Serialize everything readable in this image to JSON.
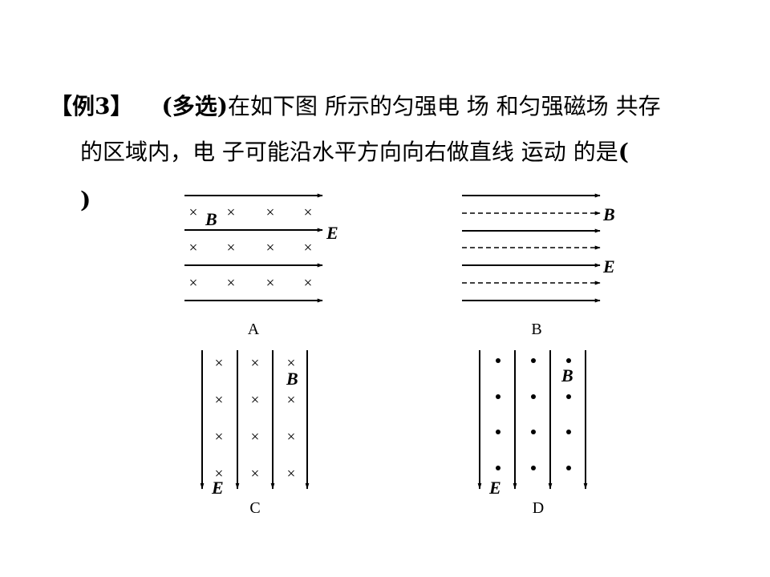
{
  "question": {
    "example_label": "【例3】",
    "multi_select": "(多选)",
    "line1_text": "在如下图 所示的匀强电 场 和匀强磁场 共存",
    "line2_text": "的区域内，电 子可能沿水平方向向右做直线 运动 的是",
    "open_paren": "(",
    "close_paren": ")"
  },
  "panels": {
    "A": {
      "caption": "A",
      "field_b_label": "B",
      "field_e_label": "E",
      "b_symbol": "×"
    },
    "B": {
      "caption": "B",
      "field_b_label": "B",
      "field_e_label": "E"
    },
    "C": {
      "caption": "C",
      "field_b_label": "B",
      "field_e_label": "E",
      "b_symbol": "×"
    },
    "D": {
      "caption": "D",
      "field_b_label": "B",
      "field_e_label": "E",
      "b_symbol": "•"
    }
  }
}
